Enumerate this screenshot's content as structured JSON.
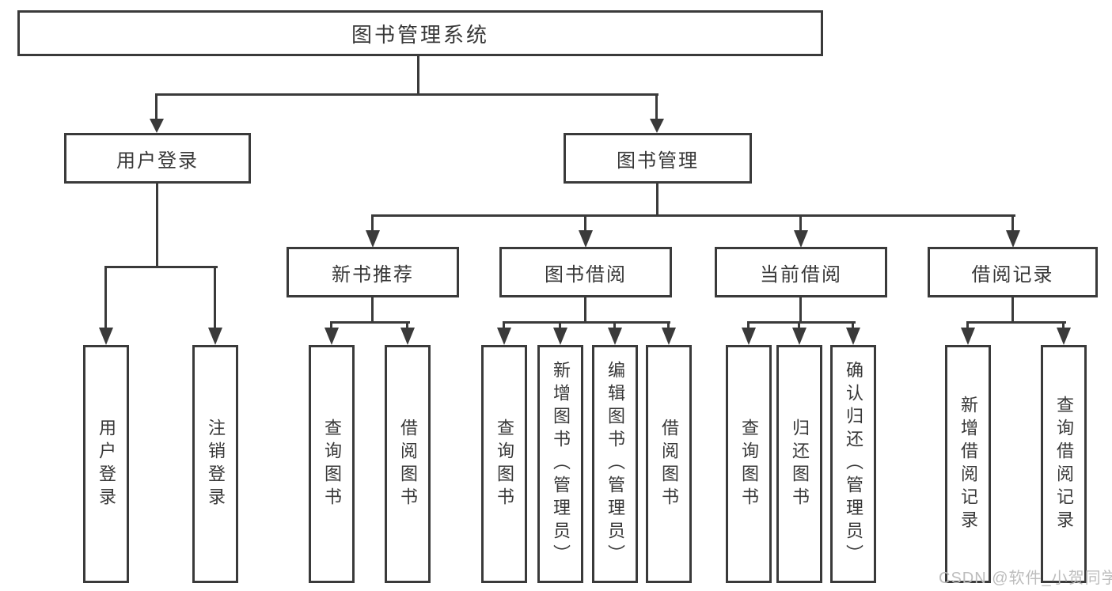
{
  "tree": {
    "label": "图书管理系统",
    "children": [
      {
        "label": "用户登录",
        "children": [
          {
            "label": "用户登录"
          },
          {
            "label": "注销登录"
          }
        ]
      },
      {
        "label": "图书管理",
        "children": [
          {
            "label": "新书推荐",
            "children": [
              {
                "label": "查询图书"
              },
              {
                "label": "借阅图书"
              }
            ]
          },
          {
            "label": "图书借阅",
            "children": [
              {
                "label": "查询图书"
              },
              {
                "label": "新增图书（管理员）"
              },
              {
                "label": "编辑图书（管理员）"
              },
              {
                "label": "借阅图书"
              }
            ]
          },
          {
            "label": "当前借阅",
            "children": [
              {
                "label": "查询图书"
              },
              {
                "label": "归还图书"
              },
              {
                "label": "确认归还（管理员）"
              }
            ]
          },
          {
            "label": "借阅记录",
            "children": [
              {
                "label": "新增借阅记录"
              },
              {
                "label": "查询借阅记录"
              }
            ]
          }
        ]
      }
    ]
  },
  "watermark": {
    "text": "CSDN @软件_小贺同学"
  },
  "colors": {
    "line": "#3a3a3a",
    "box_border": "#3a3a3a",
    "text": "#383838",
    "watermark": "#bdbdbd",
    "background": "#ffffff"
  }
}
